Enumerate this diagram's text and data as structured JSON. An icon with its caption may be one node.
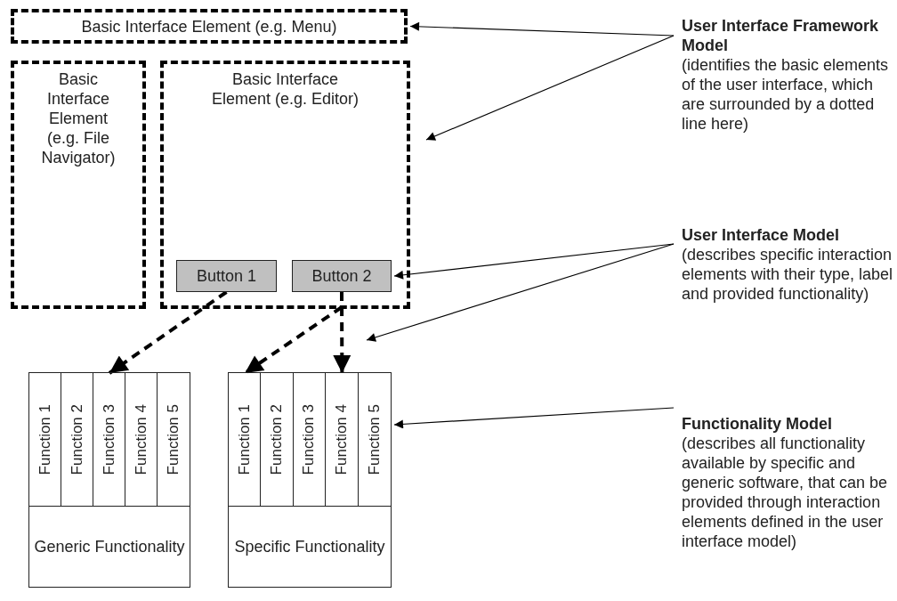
{
  "diagram": {
    "nodes": [
      {
        "text": [
          "Basic Interface Element (e.g. Menu)"
        ]
      },
      {
        "text": [
          "Basic Interface Element (e.g. File Navigator)"
        ]
      },
      {
        "text": [
          "Basic Interface Element (e.g. Editor)"
        ]
      },
      {
        "text": [
          "Button 1"
        ],
        "in": 2
      },
      {
        "text": [
          "Button 2"
        ],
        "in": 2
      },
      {
        "text": [
          "Generic Functionality"
        ]
      },
      {
        "text": [
          "Function 1"
        ],
        "in": 5
      },
      {
        "text": [
          "Function 2"
        ],
        "in": 5
      },
      {
        "text": [
          "Function 3"
        ],
        "in": 5
      },
      {
        "text": [
          "Function 4"
        ],
        "in": 5
      },
      {
        "text": [
          "Function 5"
        ],
        "in": 5
      },
      {
        "text": [
          "Specific Functionality"
        ]
      },
      {
        "text": [
          "Function 1"
        ],
        "in": 11
      },
      {
        "text": [
          "Function 2"
        ],
        "in": 11
      },
      {
        "text": [
          "Function 3"
        ],
        "in": 11
      },
      {
        "text": [
          "Function 4"
        ],
        "in": 11
      },
      {
        "text": [
          "Function 5"
        ],
        "in": 11
      },
      {
        "text": [
          "User Interface Framework Model",
          "(identifies the basic elements of the user interface, which are surrounded by a dotted line here)"
        ]
      },
      {
        "text": [
          "User Interface Model",
          "(describes specific interaction elements with their type, label and provided functionality)"
        ]
      },
      {
        "text": [
          "Functionality Model",
          "(describes all functionality available by specific and generic software, that can be provided through interaction elements defined in the user interface model)"
        ]
      }
    ],
    "edges": [
      {
        "from": 17,
        "to": 0,
        "arrow": "to"
      },
      {
        "from": 17,
        "to": 2,
        "arrow": "to"
      },
      {
        "from": 18,
        "to": 4,
        "arrow": "to"
      },
      {
        "from": 18,
        "to": null,
        "arrow": "to"
      },
      {
        "from": 3,
        "to": 8,
        "arrow": "to",
        "style": "dashed"
      },
      {
        "from": 4,
        "to": 12,
        "arrow": "to",
        "style": "dashed"
      },
      {
        "from": 4,
        "to": 15,
        "arrow": "to",
        "style": "dashed"
      },
      {
        "from": 19,
        "to": 11,
        "arrow": "to"
      }
    ]
  }
}
